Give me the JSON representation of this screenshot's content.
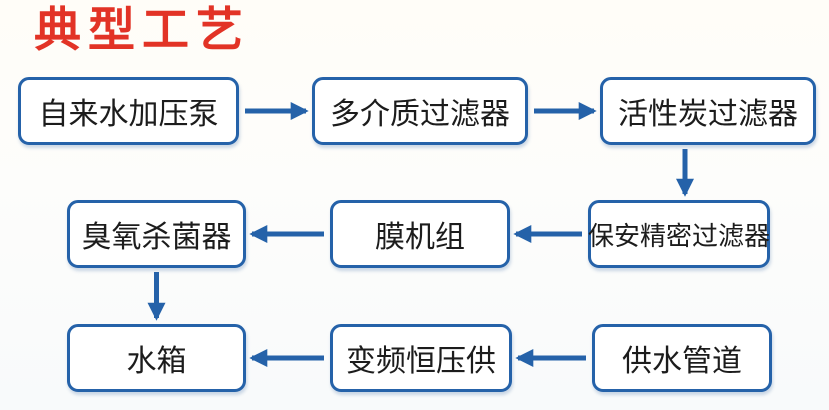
{
  "page": {
    "title": "典型工艺"
  },
  "colors": {
    "accent_blue": "#2562a9",
    "title_red": "#e23326",
    "box_background": "#ffffff",
    "text": "#1c1c1c",
    "background": "#fdfdfb"
  },
  "flow": {
    "nodes": [
      {
        "id": "tap-water-pump",
        "label": "自来水加压泵"
      },
      {
        "id": "multi-media-filter",
        "label": "多介质过滤器"
      },
      {
        "id": "activated-carbon-filter",
        "label": "活性炭过滤器"
      },
      {
        "id": "security-precision-filter",
        "label": "保安精密过滤器"
      },
      {
        "id": "membrane-unit",
        "label": "膜机组"
      },
      {
        "id": "ozone-sterilizer",
        "label": "臭氧杀菌器"
      },
      {
        "id": "water-tank",
        "label": "水箱"
      },
      {
        "id": "vfd-constant-pressure",
        "label": "变频恒压供"
      },
      {
        "id": "water-supply-pipeline",
        "label": "供水管道"
      }
    ],
    "edges": [
      {
        "from": "tap-water-pump",
        "to": "multi-media-filter"
      },
      {
        "from": "multi-media-filter",
        "to": "activated-carbon-filter"
      },
      {
        "from": "activated-carbon-filter",
        "to": "security-precision-filter"
      },
      {
        "from": "security-precision-filter",
        "to": "membrane-unit"
      },
      {
        "from": "membrane-unit",
        "to": "ozone-sterilizer"
      },
      {
        "from": "ozone-sterilizer",
        "to": "water-tank"
      },
      {
        "from": "water-supply-pipeline",
        "to": "vfd-constant-pressure"
      },
      {
        "from": "vfd-constant-pressure",
        "to": "water-tank"
      }
    ]
  }
}
